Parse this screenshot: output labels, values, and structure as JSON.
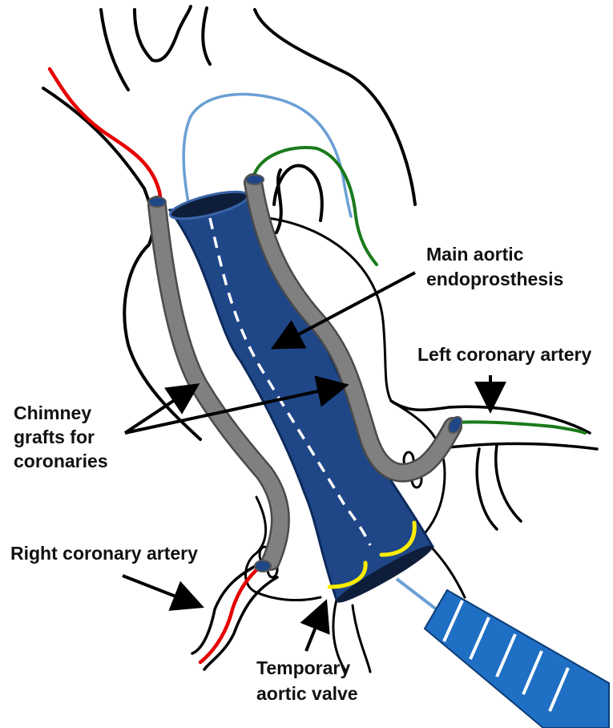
{
  "labels": {
    "main_aortic_line1": "Main aortic",
    "main_aortic_line2": "endoprosthesis",
    "left_coronary": "Left coronary artery",
    "chimney_line1": "Chimney",
    "chimney_line2": "grafts for",
    "chimney_line3": "coronaries",
    "right_coronary": "Right coronary artery",
    "valve_line1": "Temporary",
    "valve_line2": "aortic valve"
  },
  "colors": {
    "endoprosthesis": "#1f4788",
    "chimney_graft": "#808080",
    "right_wire": "#e60000",
    "left_wire": "#1a7a1a",
    "arch_wire": "#6a9fd4",
    "delivery_catheter": "#1f6fc4",
    "valve_leaflet": "#ffee00",
    "outline": "#000000"
  }
}
